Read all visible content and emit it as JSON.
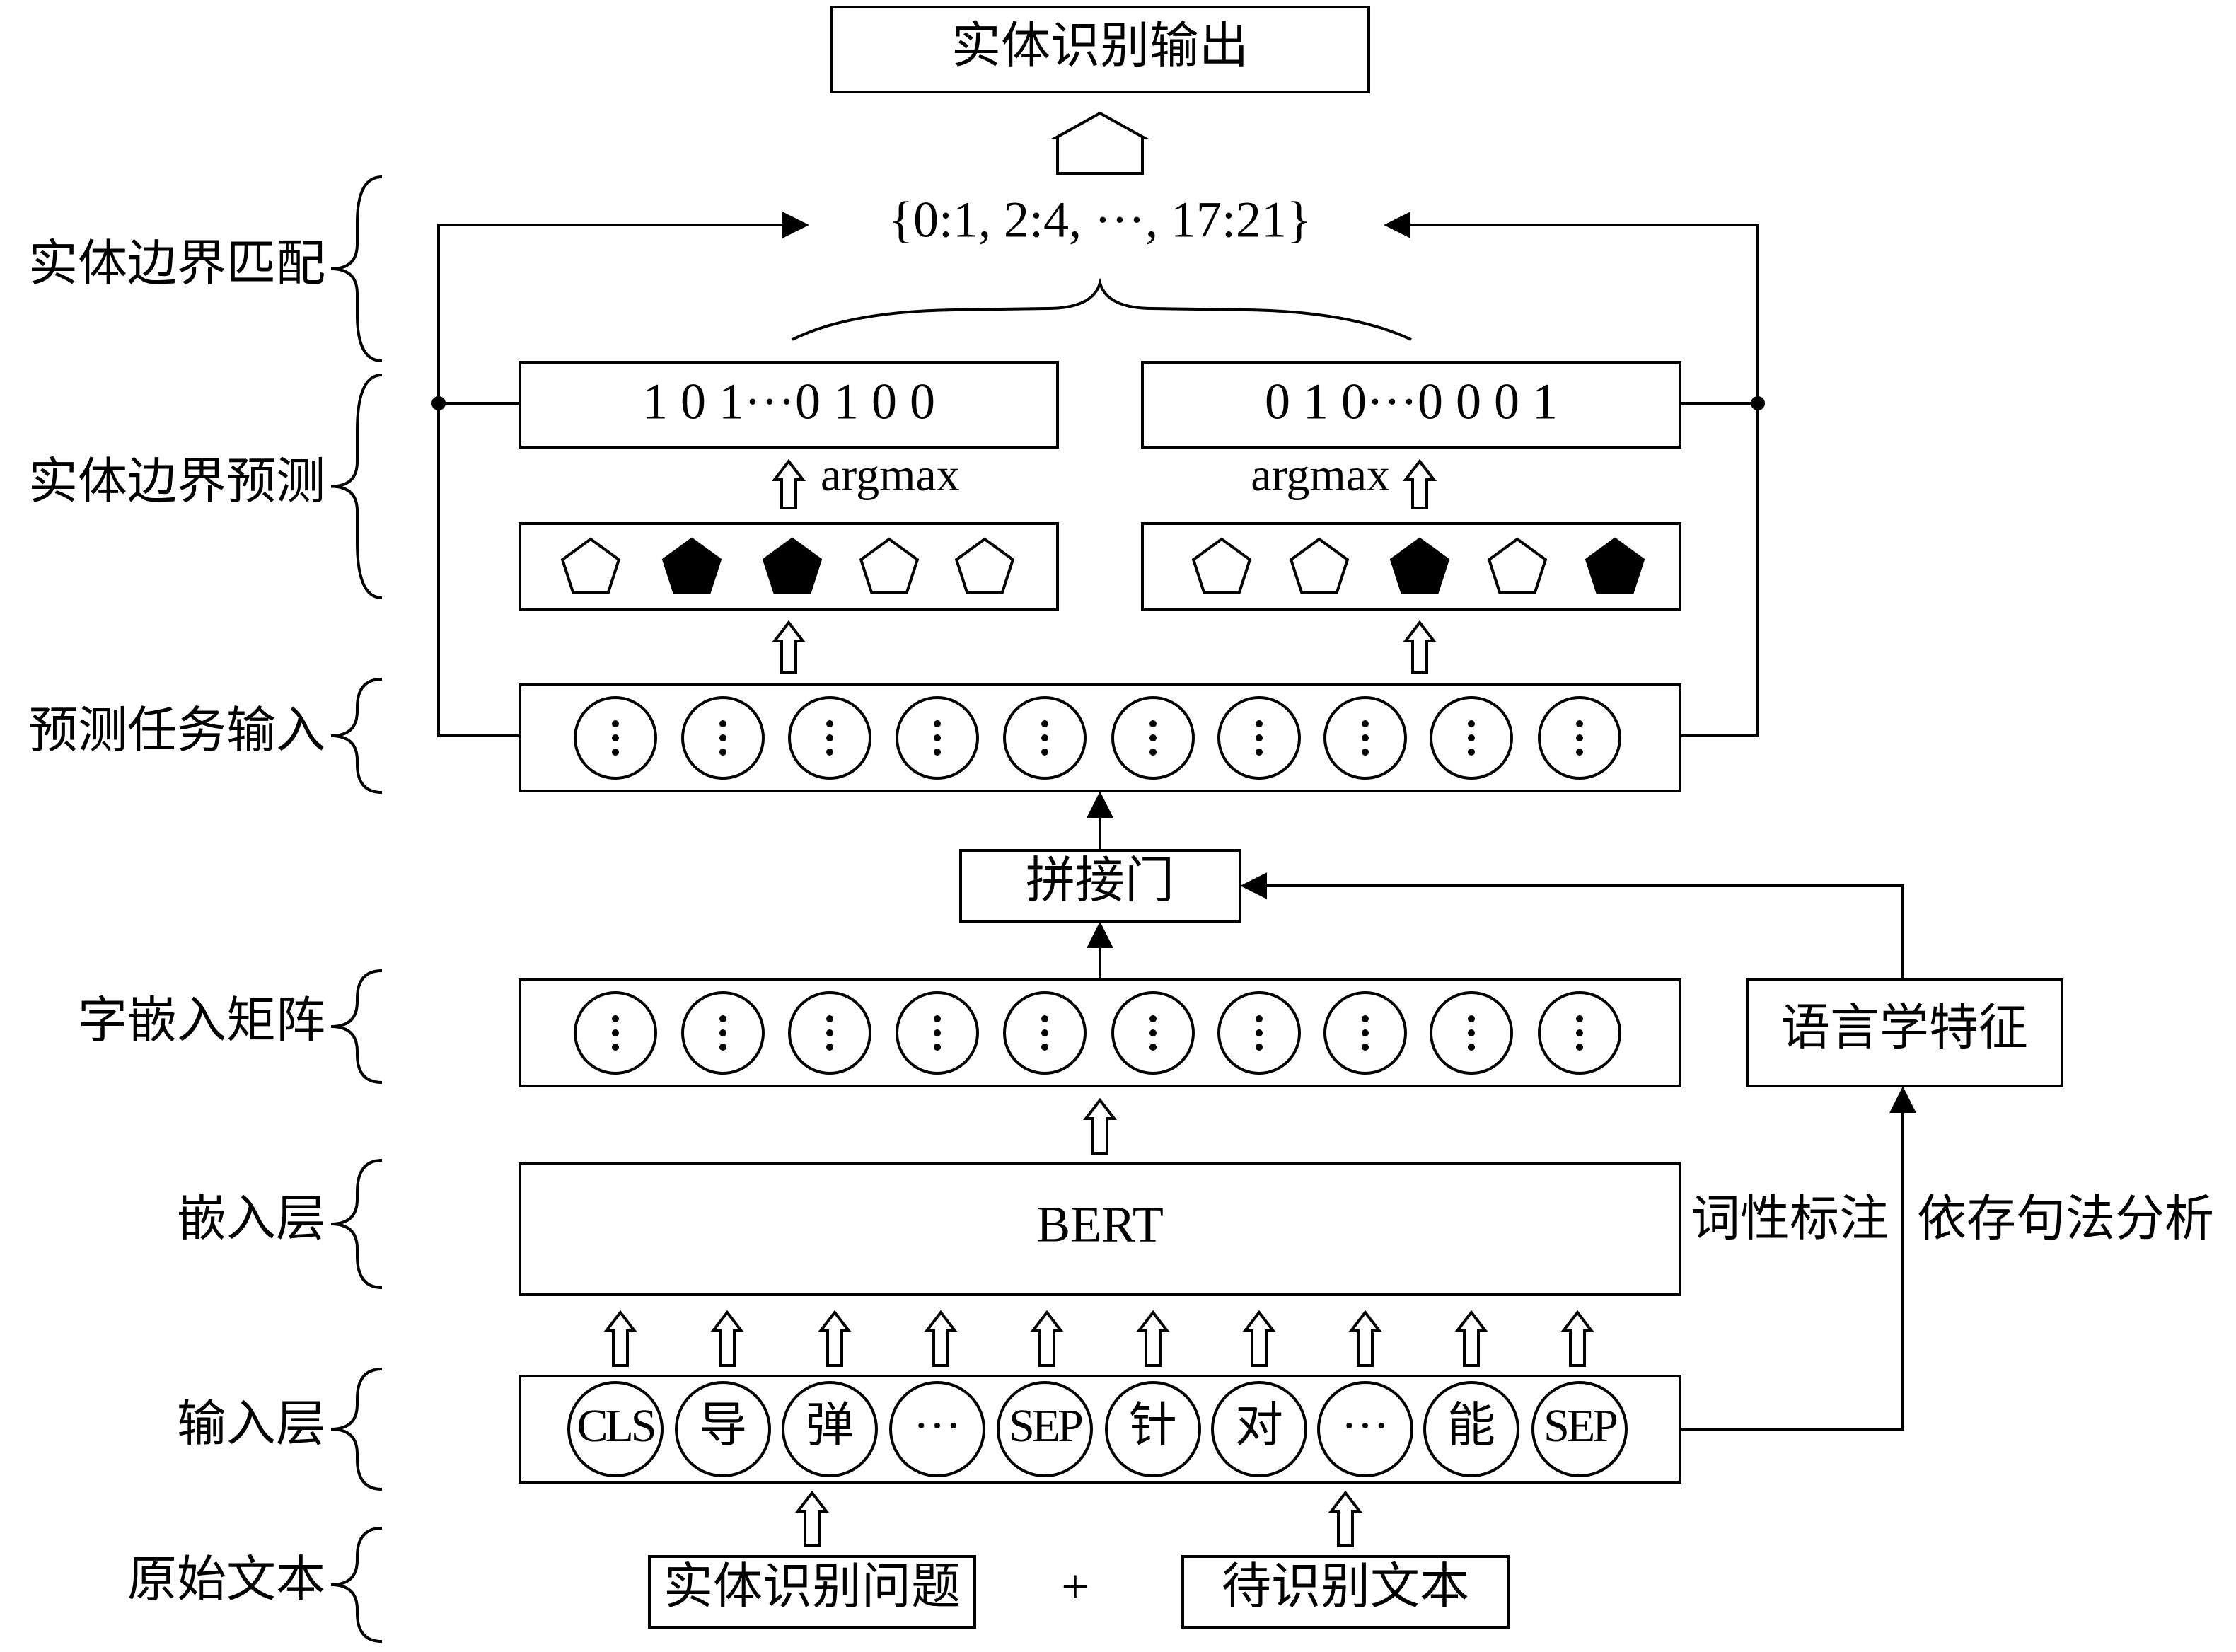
{
  "output_box": "实体识别输出",
  "match_set": "{0:1, 2:4, ···, 17:21}",
  "start_vector": "1 0 1···0 1 0 0",
  "end_vector": "0 1 0···0 0 0 1",
  "argmax_left": "argmax",
  "argmax_right": "argmax",
  "start_marks": [
    false,
    true,
    true,
    false,
    false
  ],
  "end_marks": [
    false,
    false,
    true,
    false,
    true
  ],
  "concat_gate": "拼接门",
  "linguistic_features": "语言学特征",
  "pos_tagging": "词性标注",
  "dependency_parsing": "依存句法分析",
  "bert": "BERT",
  "input_tokens": [
    "CLS",
    "导",
    "弹",
    "···",
    "SEP",
    "针",
    "对",
    "···",
    "能",
    "SEP"
  ],
  "entity_question": "实体识别问题",
  "plus": "+",
  "text_to_recognize": "待识别文本",
  "layer_labels": {
    "entity_boundary_matching": "实体边界匹配",
    "entity_boundary_prediction": "实体边界预测",
    "prediction_task_input": "预测任务输入",
    "char_embedding_matrix": "字嵌入矩阵",
    "embedding_layer": "嵌入层",
    "input_layer": "输入层",
    "raw_text": "原始文本"
  }
}
